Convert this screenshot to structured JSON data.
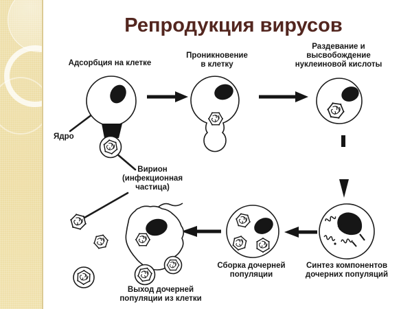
{
  "slide": {
    "title": "Репродукция вирусов"
  },
  "palette": {
    "title_color": "#53261f",
    "sidebar_color": "#eedfab",
    "ink_color": "#1b1b1b",
    "background": "#ffffff"
  },
  "icons": {
    "virus-particle-icon": "hexagonal virion capsid with coiled genome",
    "cell-nucleus": "dark oval nucleus",
    "arrow-right-icon": "solid black right arrow",
    "arrow-left-icon": "solid black left arrow",
    "arrow-down-icon": "dashed black down arrow",
    "decorative-circle": "translucent circle ornament on beige strip"
  },
  "diagram": {
    "labels": {
      "adsorption": "Адсорбция на клетке",
      "penetration": "Проникновение\nв клетку",
      "uncoating": "Раздевание и\nвысвобождение\nнуклеиновой кислоты",
      "nucleus": "Ядро",
      "virion": "Вирион\n(инфекционная\nчастица)",
      "synthesis": "Синтез компонентов\nдочерних популяций",
      "assembly": "Сборка дочерней\nпопуляции",
      "exit": "Выход дочерней\nпопуляции из клетки"
    },
    "stage_order": [
      "Адсорбция на клетке",
      "Проникновение в клетку",
      "Раздевание и высвобождение нуклеиновой кислоты",
      "Синтез компонентов дочерних популяций",
      "Сборка дочерней популяции",
      "Выход дочерней популяции из клетки"
    ]
  }
}
